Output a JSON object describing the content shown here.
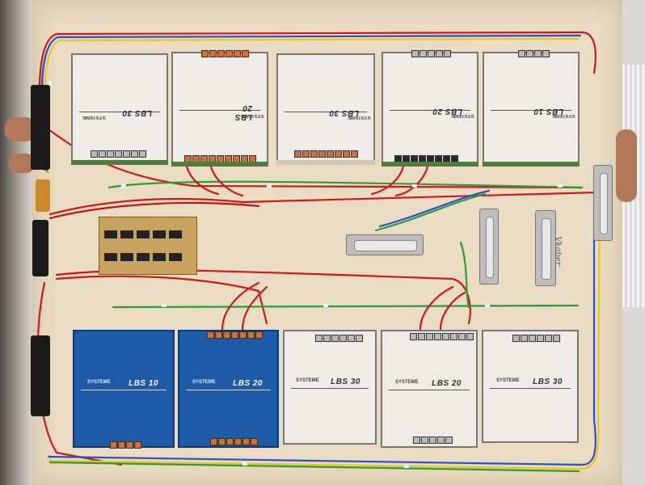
{
  "scene": {
    "description_free": true,
    "colors": {
      "board": "#e9dcc2",
      "wire_red": "#d01818",
      "wire_green": "#2e9a3a",
      "wire_blue": "#2a4fd0",
      "wire_yellow": "#e8c81a",
      "module_blue": "#1d5aa8",
      "module_white": "#efece7"
    }
  },
  "modules": {
    "top": [
      {
        "label": "LBS 30",
        "brand": "SYSTEME"
      },
      {
        "label": "LBS 20",
        "brand": "SYSTEME"
      },
      {
        "label": "LBS 30",
        "brand": "SYSTEME"
      },
      {
        "label": "LBS 20",
        "brand": "SYSTEME"
      },
      {
        "label": "LBS 10",
        "brand": "SYSTEME"
      }
    ],
    "bottom": [
      {
        "label": "LBS 10",
        "brand": "SYSTEME"
      },
      {
        "label": "LBS 20",
        "brand": "SYSTEME"
      },
      {
        "label": "LBS 30",
        "brand": "SYSTEME"
      },
      {
        "label": "LBS 20",
        "brand": "SYSTEME"
      },
      {
        "label": "LBS 30",
        "brand": "SYSTEME"
      }
    ]
  },
  "handwriting": {
    "text": "Vkaber"
  }
}
